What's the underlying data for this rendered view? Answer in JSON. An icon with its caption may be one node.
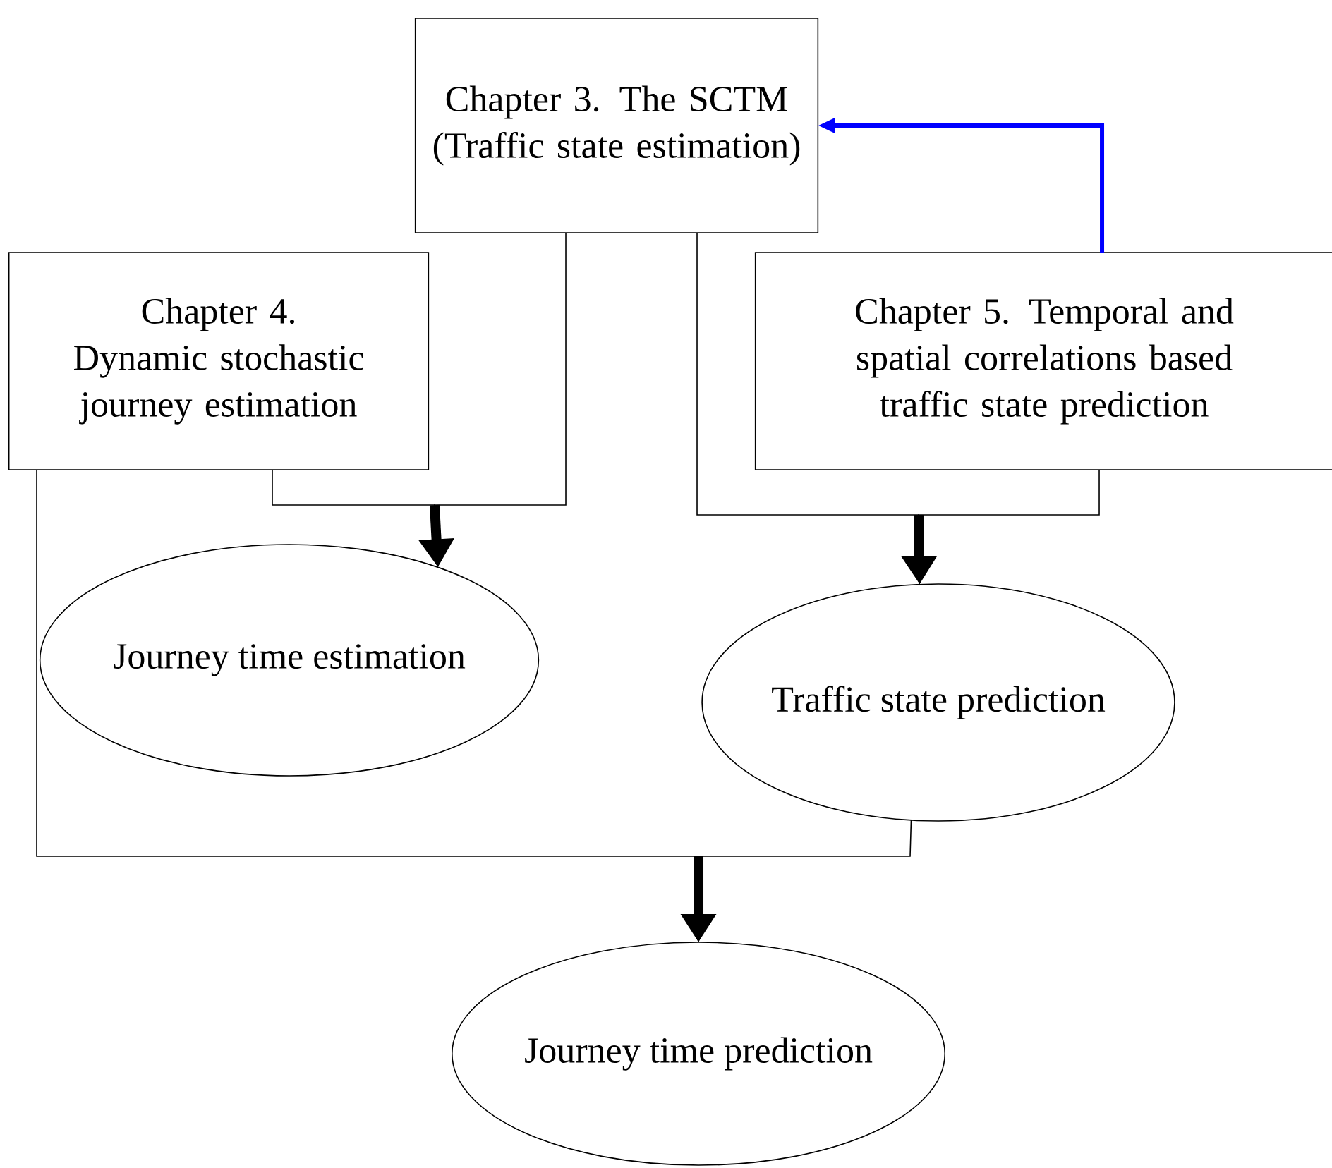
{
  "diagram": {
    "nodes": [
      {
        "text": [
          "Chapter 3. The SCTM (Traffic state estimation)"
        ]
      },
      {
        "text": [
          "Chapter 4. Dynamic stochastic journey estimation"
        ]
      },
      {
        "text": [
          "Chapter 5. Temporal and spatial correlations based traffic state prediction"
        ]
      },
      {
        "text": [
          "Journey time estimation"
        ]
      },
      {
        "text": [
          "Traffic state prediction"
        ]
      },
      {
        "text": [
          "Journey time prediction"
        ]
      }
    ],
    "edges": [
      {
        "from": 0,
        "to": 3,
        "arrow": "to"
      },
      {
        "from": 1,
        "to": 3,
        "arrow": "to"
      },
      {
        "from": 0,
        "to": 4,
        "arrow": "to"
      },
      {
        "from": 2,
        "to": 4,
        "arrow": "to"
      },
      {
        "from": 1,
        "to": 5,
        "arrow": "to"
      },
      {
        "from": 4,
        "to": 5,
        "arrow": "to"
      },
      {
        "from": 2,
        "to": 0,
        "arrow": "to",
        "style": "thick",
        "color": "#0000ff"
      }
    ]
  }
}
